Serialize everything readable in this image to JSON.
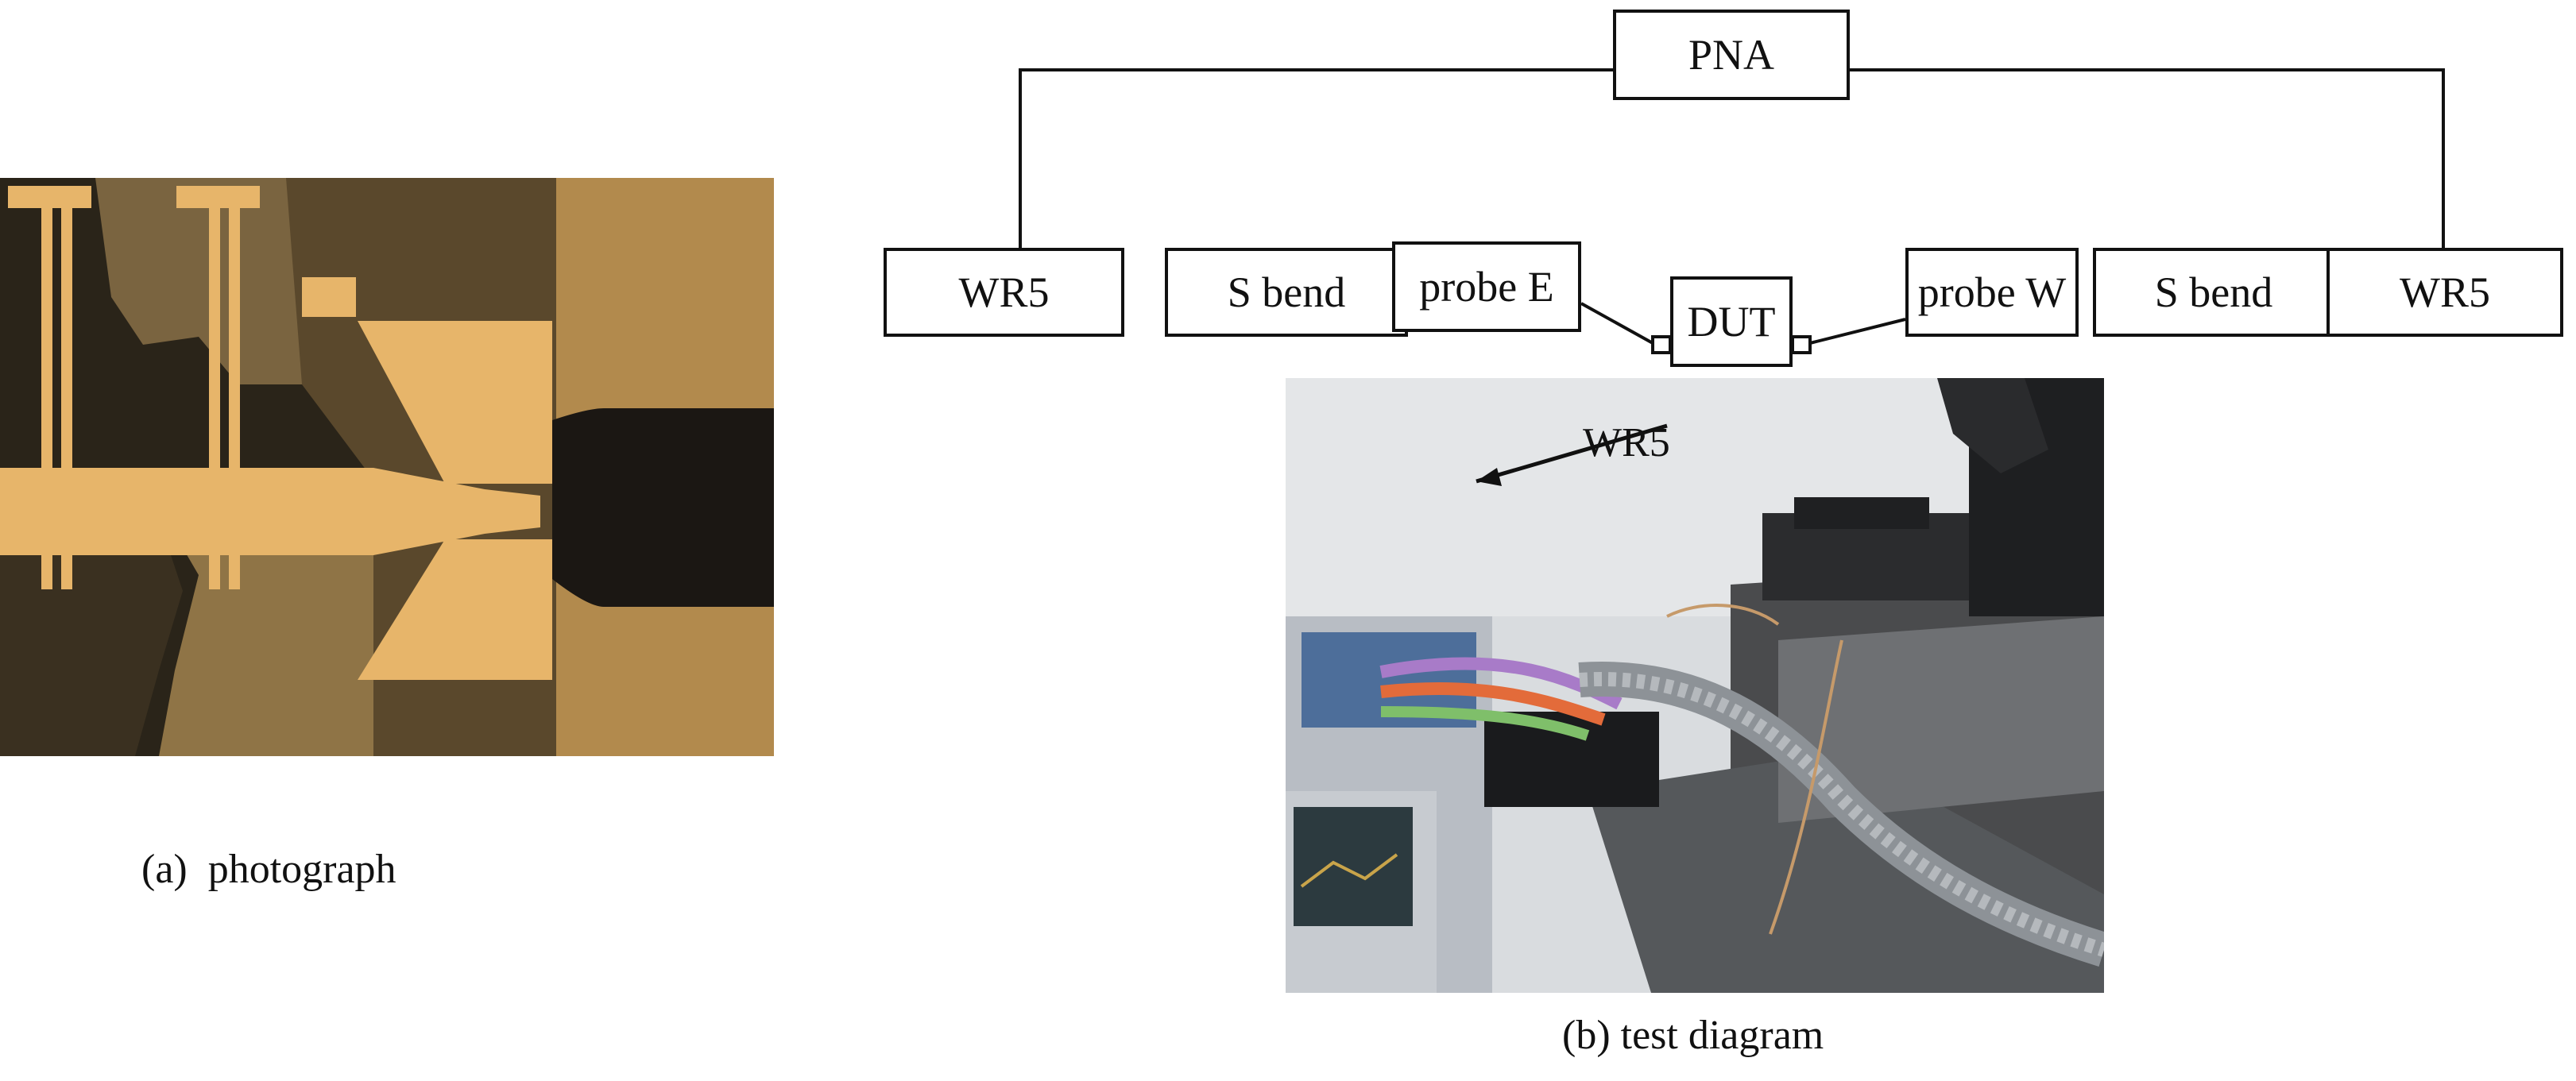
{
  "captions": {
    "a": "(a)  photograph",
    "b": "(b) test diagram"
  },
  "diagram": {
    "pna": "PNA",
    "left_wr5": "WR5",
    "left_s_bend": "S bend",
    "probe_e": "probe E",
    "dut": "DUT",
    "probe_w": "probe W",
    "right_s_bend": "S bend",
    "right_wr5": "WR5"
  },
  "photo_b": {
    "annotation": "WR5"
  },
  "colors": {
    "line": "#111111",
    "chip_gold": "#e7b56a",
    "chip_dark": "#2a2419",
    "chip_substrate": "#b28a4d"
  }
}
